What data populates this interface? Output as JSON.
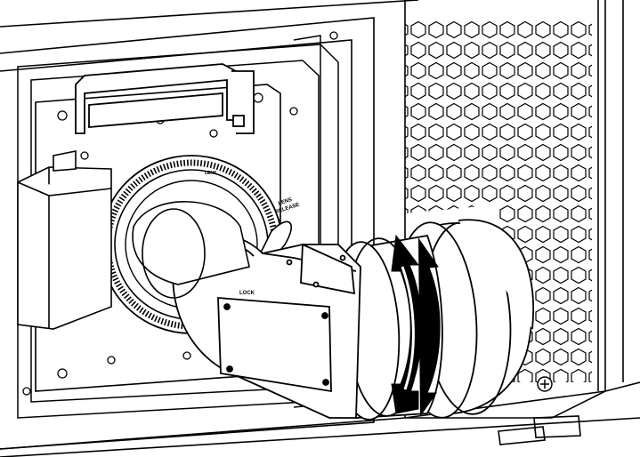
{
  "labels": {
    "lock": "LOCK",
    "release_top": "LENS",
    "release_bottom": "RELEASE",
    "rear_ring": "LENS"
  },
  "icons": {
    "rotation_arrow": "double-headed-curved-arrow"
  },
  "colors": {
    "line": "#000000",
    "fill": "#ffffff",
    "shade": "#e8e8e8"
  }
}
